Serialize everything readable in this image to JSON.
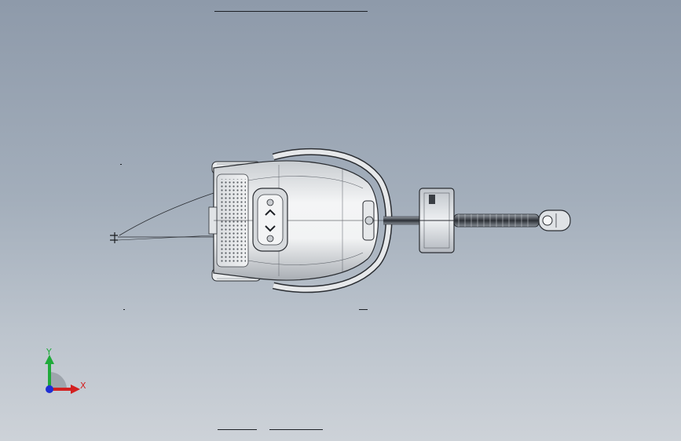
{
  "view": {
    "background_top": "#8e9aaa",
    "background_bottom": "#cdd2d8"
  },
  "triad": {
    "y_label": "Y",
    "x_label": "X",
    "y_color": "#1faa3a",
    "x_color": "#d32020",
    "z_color": "#1f2fd4"
  },
  "model": {
    "icon": "vacuum-cleaner-top-view"
  }
}
